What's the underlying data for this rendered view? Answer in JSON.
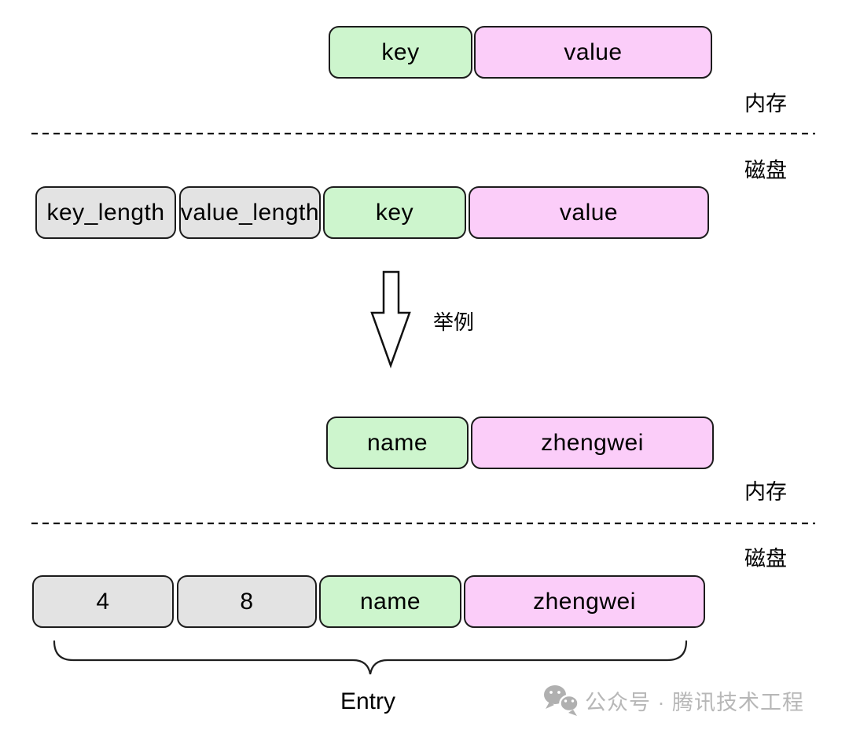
{
  "sections": {
    "generic": {
      "memory_label": "内存",
      "disk_label": "磁盘",
      "memory_row": {
        "cells": [
          {
            "label": "key",
            "color": "green"
          },
          {
            "label": "value",
            "color": "pink"
          }
        ]
      },
      "disk_row": {
        "cells": [
          {
            "label": "key_length",
            "color": "gray"
          },
          {
            "label": "value_length",
            "color": "gray"
          },
          {
            "label": "key",
            "color": "green"
          },
          {
            "label": "value",
            "color": "pink"
          }
        ]
      }
    },
    "transition": {
      "arrow_label": "举例"
    },
    "example": {
      "memory_label": "内存",
      "disk_label": "磁盘",
      "memory_row": {
        "cells": [
          {
            "label": "name",
            "color": "green"
          },
          {
            "label": "zhengwei",
            "color": "pink"
          }
        ]
      },
      "disk_row": {
        "cells": [
          {
            "label": "4",
            "color": "gray"
          },
          {
            "label": "8",
            "color": "gray"
          },
          {
            "label": "name",
            "color": "green"
          },
          {
            "label": "zhengwei",
            "color": "pink"
          }
        ]
      }
    },
    "entry": {
      "label": "Entry"
    },
    "watermark": {
      "icon": "wechat-icon",
      "text": "公众号 · 腾讯技术工程"
    }
  },
  "colors": {
    "box_green": "#cdf5cd",
    "box_pink": "#fbcdf9",
    "box_gray": "#e3e3e3",
    "box_border": "#1c1c1c",
    "line_dark": "#111111",
    "watermark_gray": "#b7b7b7"
  }
}
